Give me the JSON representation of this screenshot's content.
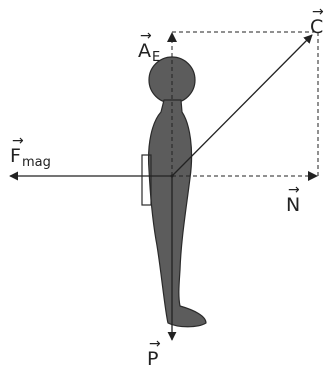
{
  "labels": {
    "A": {
      "letter": "A",
      "sub": "E",
      "arrow": "→"
    },
    "C": {
      "letter": "C",
      "arrow": "→"
    },
    "F": {
      "letter": "F",
      "sub": "mag",
      "arrow": "→"
    },
    "N": {
      "letter": "N",
      "arrow": "→"
    },
    "P": {
      "letter": "P",
      "arrow": "→"
    }
  },
  "colors": {
    "ink": "#222222",
    "figure_fill": "#5c5c5c",
    "figure_stroke": "#2a2a2a"
  }
}
